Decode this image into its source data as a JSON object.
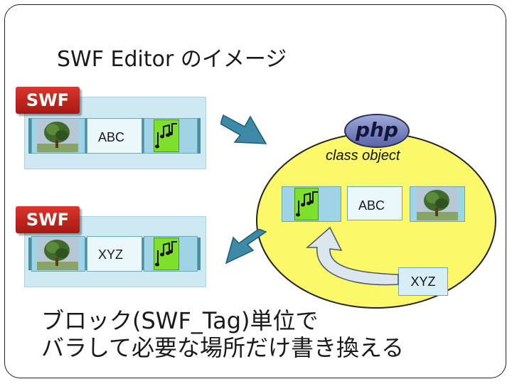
{
  "slide": {
    "title": "SWF Editor のイメージ",
    "body_line1": "ブロック(SWF_Tag)単位で",
    "body_line2": "バラして必要な場所だけ書き換える"
  },
  "top_swf": {
    "badge": "SWF",
    "text_block": "ABC"
  },
  "bottom_swf": {
    "badge": "SWF",
    "text_block": "XYZ"
  },
  "php_object": {
    "logo": "php",
    "label": "class object",
    "text_block": "ABC",
    "replacement_block": "XYZ"
  },
  "colors": {
    "panel": "#cfe9f2",
    "ellipse": "#fbf86a",
    "arrow": "#3c8aa6",
    "badge": "#c4261c",
    "sound_tile": "#7ee02a"
  }
}
